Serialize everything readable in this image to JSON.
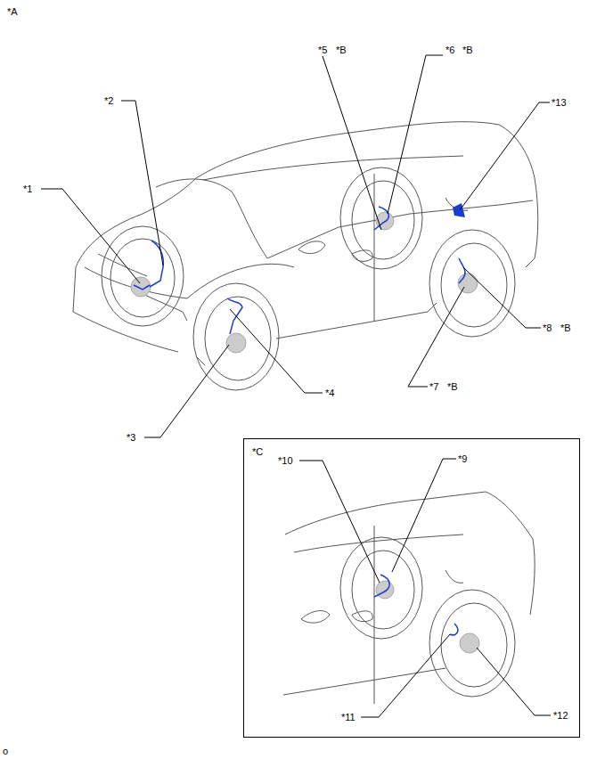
{
  "diagram": {
    "nodes": [
      {
        "text": [
          "*C"
        ]
      }
    ],
    "labels": [
      "*A",
      "*5",
      "*B",
      "*6",
      "*B",
      "*2",
      "*13",
      "*1",
      "*8",
      "*B",
      "*4",
      "*7",
      "*B",
      "*3",
      "*10",
      "*9",
      "*11",
      "*12",
      "o"
    ]
  }
}
